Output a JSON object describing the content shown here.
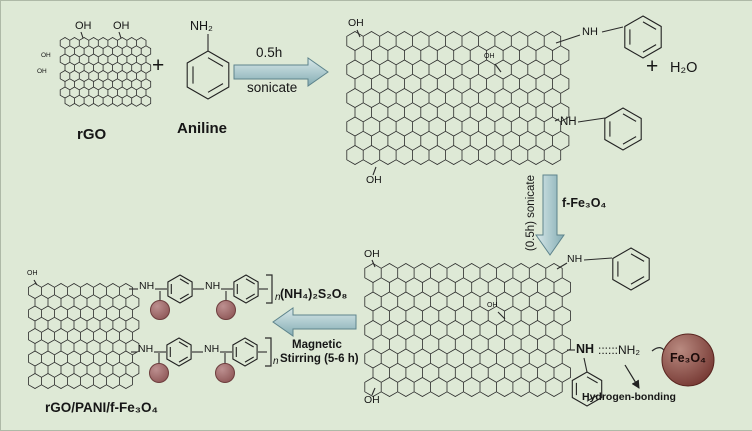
{
  "colors": {
    "background": "#dee9d6",
    "bond": "#2b2b2b",
    "arrow_light": "#d8e8e9",
    "arrow_dark": "#84adb4",
    "arrow_outline": "#5e848c",
    "sphere": "#6e2f2a",
    "particle": "#8a5252"
  },
  "reactants": {
    "rgo": {
      "label": "rGO",
      "oh_left": "OH",
      "oh_right": "OH",
      "oh_side_1": "OH",
      "oh_side_2": "OH"
    },
    "aniline": {
      "label": "Aniline",
      "amine": "NH₂"
    },
    "plus_left": "+",
    "plus_right": "+",
    "water": "H₂O"
  },
  "arrows": {
    "sonicate": {
      "top": "0.5h",
      "bottom": "sonicate"
    },
    "add_magnetite": {
      "label": "f-Fe₃O₄",
      "rotated_label": "(0.5h) sonicate"
    },
    "polymerization": {
      "oxidant": "(NH₄)₂S₂O₈",
      "condition_line1": "Magnetic",
      "condition_line2": "Stirring (5-6 h)"
    }
  },
  "sheet_top": {
    "oh_top": "OH",
    "oh_bottom": "OH",
    "oh_inner": "OH",
    "nh_top": "NH",
    "nh_mid": "NH"
  },
  "sheet_bottom": {
    "oh_top": "OH",
    "oh_bottom": "OH",
    "oh_inner": "OH",
    "nh_top": "NH",
    "nh_mid": "NH",
    "hbond_dots": "::::::NH₂",
    "hbond_label": "Hydrogen-bonding",
    "sphere_label": "Fe₃O₄"
  },
  "product": {
    "label": "rGO/PANI/f-Fe₃O₄",
    "oh_top": "OH",
    "chain1": {
      "nh_a": "NH",
      "nh_b": "NH",
      "repeat": "n"
    },
    "chain2": {
      "nh_a": "NH",
      "nh_b": "NH",
      "repeat": "n"
    }
  }
}
